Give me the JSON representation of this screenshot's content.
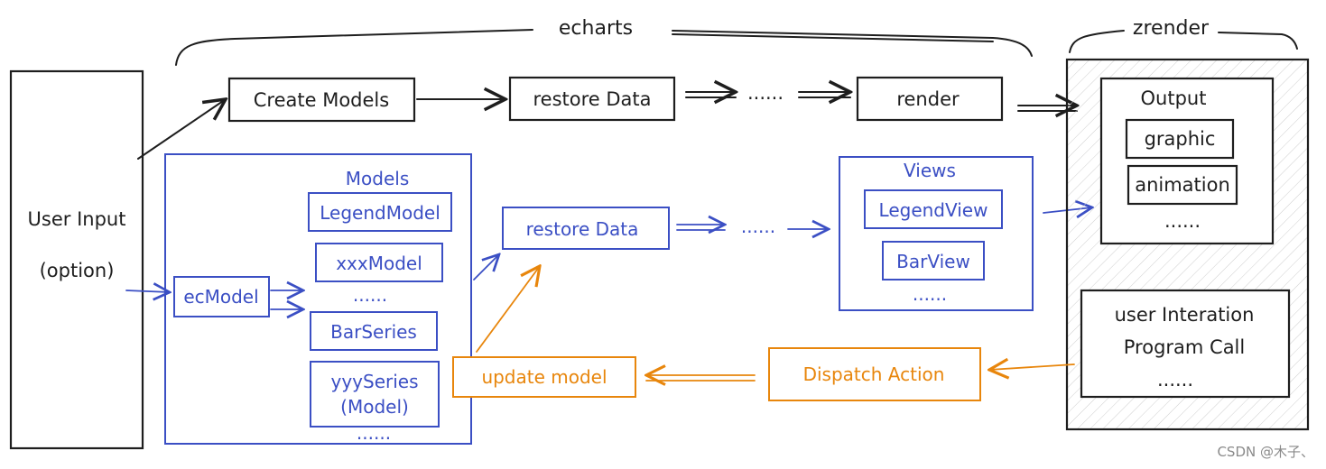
{
  "header": {
    "echarts_label": "echarts",
    "zrender_label": "zrender"
  },
  "user_input": {
    "line1": "User Input",
    "line2": "(option)"
  },
  "pipeline": {
    "create_models": "Create Models",
    "restore_data": "restore Data",
    "ellipsis": "......",
    "render": "render"
  },
  "models_panel": {
    "title": "Models",
    "ec_model": "ecModel",
    "items": [
      "LegendModel",
      "xxxModel",
      "......",
      "BarSeries"
    ],
    "yyy_series_line1": "yyySeries",
    "yyy_series_line2": "(Model)",
    "bottom_ellipsis": "......"
  },
  "blue_flow": {
    "restore_data": "restore Data",
    "ellipsis": "......"
  },
  "views_panel": {
    "title": "Views",
    "legend_view": "LegendView",
    "bar_view": "BarView",
    "ellipsis": "......"
  },
  "zrender_panel": {
    "output_title": "Output",
    "graphic": "graphic",
    "animation": "animation",
    "output_ellipsis": "......",
    "interaction_line1": "user Interation",
    "interaction_line2": "Program Call",
    "interaction_ellipsis": "......"
  },
  "orange_flow": {
    "update_model": "update model",
    "dispatch_action": "Dispatch Action"
  },
  "watermark": "CSDN @木子、",
  "colors": {
    "black": "#1e1e1e",
    "blue": "#3b4fc4",
    "orange": "#e8860c",
    "hatch": "#c8c8c8"
  }
}
